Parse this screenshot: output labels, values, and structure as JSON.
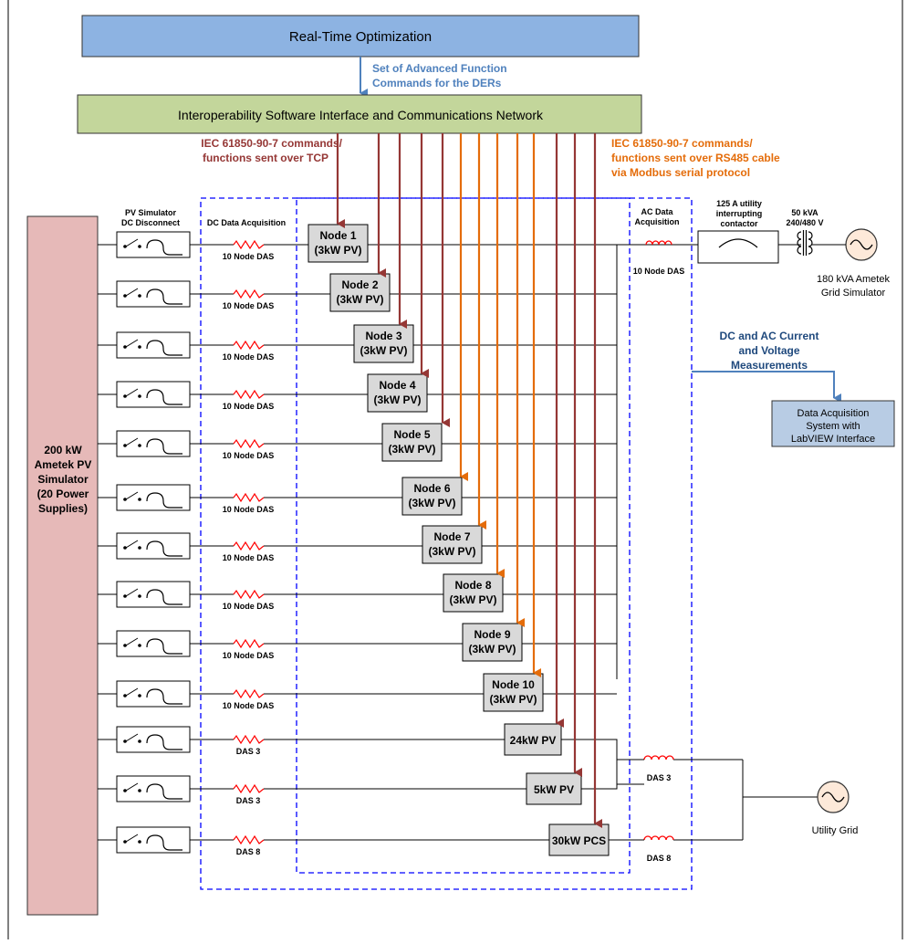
{
  "top": {
    "optimization": "Real-Time Optimization",
    "set_commands_line1": "Set of Advanced Function",
    "set_commands_line2": "Commands for the DERs",
    "interop": "Interoperability Software Interface and Communications Network"
  },
  "commands": {
    "tcp_line1": "IEC 61850-90-7 commands/",
    "tcp_line2": "functions sent over TCP",
    "rs485_line1": "IEC 61850-90-7 commands/",
    "rs485_line2": "functions sent over RS485 cable",
    "rs485_line3": "via Modbus serial protocol"
  },
  "pv_simulator": {
    "line1": "200 kW",
    "line2": "Ametek PV",
    "line3": "Simulator",
    "line4": "(20 Power",
    "line5": "Supplies)"
  },
  "labels": {
    "pv_disconnect_line1": "PV Simulator",
    "pv_disconnect_line2": "DC Disconnect",
    "dc_acq": "DC Data Acquisition",
    "ac_acq_line1": "AC Data",
    "ac_acq_line2": "Acquisition",
    "ac_das": "10 Node DAS",
    "contactor_line1": "125 A utility",
    "contactor_line2": "interrupting",
    "contactor_line3": "contactor",
    "transformer_line1": "50 kVA",
    "transformer_line2": "240/480 V",
    "grid_sim_line1": "180 kVA Ametek",
    "grid_sim_line2": "Grid Simulator",
    "meas_line1": "DC and AC Current",
    "meas_line2": "and Voltage",
    "meas_line3": "Measurements",
    "daq_line1": "Data Acquisition",
    "daq_line2": "System with",
    "daq_line3": "LabVIEW Interface",
    "utility_grid": "Utility Grid",
    "das3_a": "DAS 3",
    "das8_a": "DAS 8"
  },
  "rows": [
    {
      "das": "10 Node DAS",
      "node_line1": "Node 1",
      "node_line2": "(3kW PV)"
    },
    {
      "das": "10 Node DAS",
      "node_line1": "Node 2",
      "node_line2": "(3kW PV)"
    },
    {
      "das": "10 Node DAS",
      "node_line1": "Node 3",
      "node_line2": "(3kW PV)"
    },
    {
      "das": "10 Node DAS",
      "node_line1": "Node 4",
      "node_line2": "(3kW PV)"
    },
    {
      "das": "10 Node DAS",
      "node_line1": "Node 5",
      "node_line2": "(3kW PV)"
    },
    {
      "das": "10 Node DAS",
      "node_line1": "Node 6",
      "node_line2": "(3kW PV)"
    },
    {
      "das": "10 Node DAS",
      "node_line1": "Node 7",
      "node_line2": "(3kW PV)"
    },
    {
      "das": "10 Node DAS",
      "node_line1": "Node 8",
      "node_line2": "(3kW PV)"
    },
    {
      "das": "10 Node DAS",
      "node_line1": "Node 9",
      "node_line2": "(3kW PV)"
    },
    {
      "das": "10 Node DAS",
      "node_line1": "Node 10",
      "node_line2": "(3kW PV)"
    },
    {
      "das": "DAS 3",
      "node_line1": "24kW PV",
      "node_line2": ""
    },
    {
      "das": "DAS 3",
      "node_line1": "5kW PV",
      "node_line2": ""
    },
    {
      "das": "DAS 8",
      "node_line1": "30kW PCS",
      "node_line2": ""
    }
  ],
  "colors": {
    "optimization_fill": "#8db3e2",
    "interop_fill": "#c3d69b",
    "pv_sim_fill": "#e6b9b8",
    "daq_fill": "#b8cce4",
    "tcp_arrow": "#953735",
    "rs485_arrow": "#e46c0a",
    "blue_arrow": "#4f81bd",
    "dashed_box": "#0000ff",
    "resistor": "#ff0000",
    "node_fill": "#d9d9d9"
  }
}
